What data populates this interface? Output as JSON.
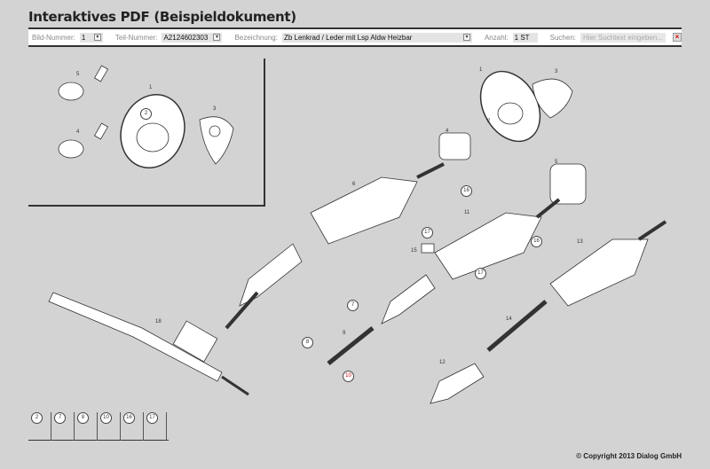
{
  "title": "Interaktives PDF (Beispieldokument)",
  "toolbar": {
    "bild_label": "Bild-Nummer:",
    "bild_value": "1",
    "teil_label": "Teil-Nummer:",
    "teil_value": "A2124602303",
    "bez_label": "Bezeichnung:",
    "bez_value": "Zb Lenkrad / Leder mit Lsp Aldw Heizbar",
    "anzahl_label": "Anzahl:",
    "anzahl_value": "1 ST",
    "suchen_label": "Suchen:",
    "suchen_placeholder": "Hier Suchtext eingeben...",
    "clear_icon": "close-icon"
  },
  "inset_labels": [
    "5",
    "4",
    "1",
    "2",
    "3"
  ],
  "diagram_labels": {
    "l6": "6",
    "l11": "11",
    "l15": "15",
    "l13": "13",
    "l14": "14",
    "l9": "9",
    "l12": "12",
    "l18": "18",
    "r1": "1",
    "r2": "2",
    "r3": "3",
    "r4": "4",
    "r5": "5"
  },
  "callouts": {
    "c16a": "16",
    "c17a": "17",
    "c16b": "16",
    "c17b": "17",
    "c7": "7",
    "c8": "8",
    "c10": "10"
  },
  "legend": [
    "2",
    "7",
    "8",
    "10",
    "16",
    "17"
  ],
  "copyright": "© Copyright 2013 Dialog GmbH"
}
